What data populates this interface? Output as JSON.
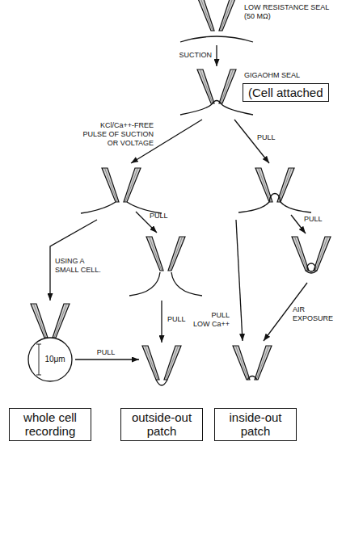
{
  "diagram": {
    "nodes": [
      {
        "text": [
          "(Cell attached"
        ]
      },
      {
        "text": [
          "whole cell recording"
        ]
      },
      {
        "text": [
          "outside-out patch"
        ]
      },
      {
        "text": [
          "inside-out patch"
        ]
      }
    ],
    "labels": [
      "LOW RESISTANCE SEAL (50 MΩ)",
      "SUCTION",
      "GIGAOHM SEAL",
      "KCl/Ca++-FREE PULSE OF SUCTION OR VOLTAGE",
      "PULL",
      "USING A SMALL CELL.",
      "PULL",
      "PULL",
      "PULL",
      "LOW Ca++",
      "PULL",
      "AIR EXPOSURE",
      "10μm",
      "PULL"
    ]
  }
}
